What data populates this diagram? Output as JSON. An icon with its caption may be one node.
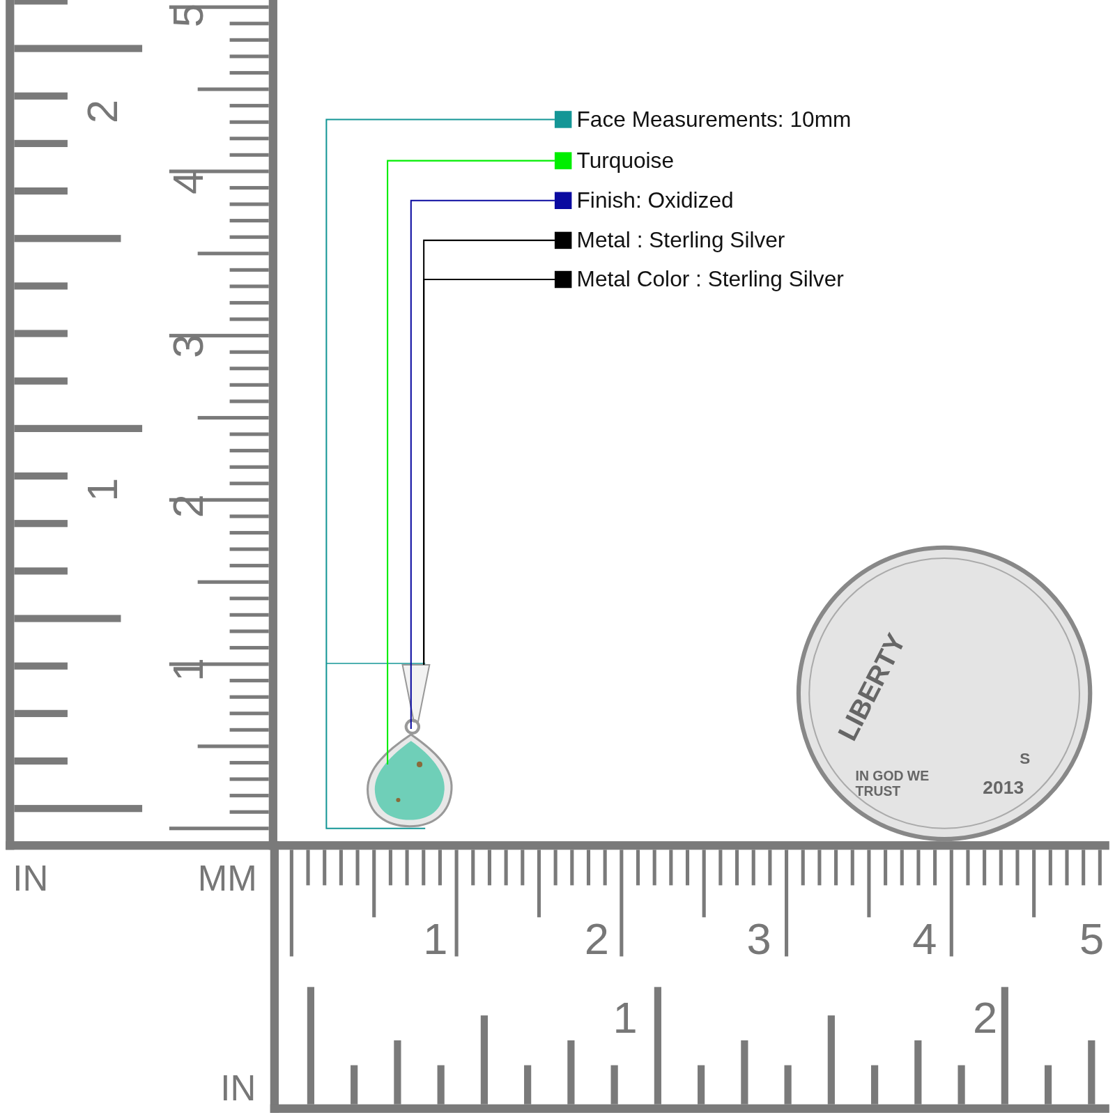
{
  "diagram": {
    "nodes": [
      {
        "text": [],
        "shape": "picture"
      },
      {
        "text": [
          "Face Measurements: 10mm"
        ]
      },
      {
        "text": [
          "Turquoise"
        ]
      },
      {
        "text": [
          "Finish: Oxidized"
        ]
      },
      {
        "text": [
          "Metal : Sterling Silver"
        ]
      },
      {
        "text": [
          "Metal Color : Sterling Silver"
        ]
      }
    ],
    "edges": [
      {
        "from": 1,
        "to": 0,
        "arrow": "none",
        "color": "#149696"
      },
      {
        "from": 2,
        "to": 0,
        "arrow": "none",
        "color": "#00ee00"
      },
      {
        "from": 3,
        "to": 0,
        "arrow": "none",
        "color": "#0a0aa0"
      },
      {
        "from": 4,
        "to": 0,
        "arrow": "none",
        "color": "#000000"
      },
      {
        "from": 5,
        "to": 0,
        "arrow": "none",
        "color": "#000000"
      }
    ],
    "labels": [
      "5",
      "2",
      "4",
      "3",
      "1",
      "2",
      "LIBERTY",
      "1",
      "S",
      "IN GOD WE TRUST",
      "2013",
      "IN",
      "MM",
      "1",
      "2",
      "3",
      "4",
      "5",
      "1",
      "2",
      "IN"
    ]
  }
}
